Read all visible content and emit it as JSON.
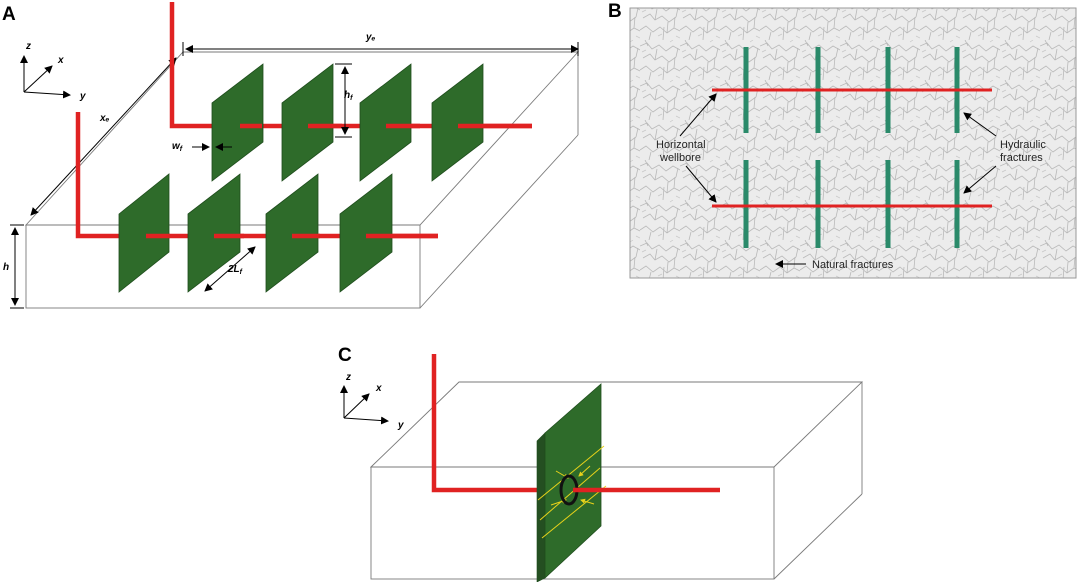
{
  "panels": {
    "a": {
      "letter": "A",
      "axes": {
        "z": "z",
        "x": "x",
        "y": "y"
      },
      "dims": {
        "ye": "yₑ",
        "xe": "xₑ",
        "h": "h",
        "hf": "h_f",
        "wf": "w_f",
        "lf": "2L_f"
      }
    },
    "b": {
      "letter": "B",
      "labels": {
        "horizontal_line1": "Horizontal",
        "horizontal_line2": "wellbore",
        "hydraulic_line1": "Hydraulic",
        "hydraulic_line2": "fractures",
        "natural": "Natural fractures"
      }
    },
    "c": {
      "letter": "C",
      "axes": {
        "z": "z",
        "x": "x",
        "y": "y"
      }
    }
  },
  "colors": {
    "wellbore": "#e02222",
    "fracture_plane": "#2e6b2a",
    "hydraulic_fracture_b": "#2a8a6a",
    "flow_arrows": "#e8d21a",
    "rock_texture": "#e6e6e6"
  }
}
